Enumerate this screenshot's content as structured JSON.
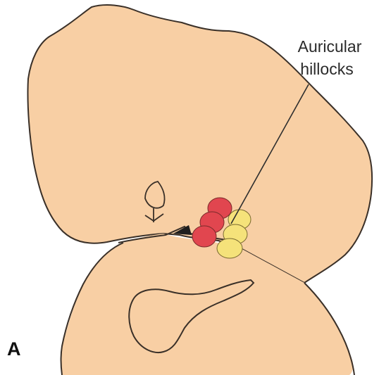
{
  "labels": {
    "callout_line1": "Auricular",
    "callout_line2": "hillocks",
    "panel_letter": "A"
  },
  "colors": {
    "background": "#ffffff",
    "skin": "#f8cfa4",
    "outline": "#3a3028",
    "hillock_anterior": "#e1464f",
    "hillock_posterior": "#f5e27a",
    "leader_line": "#2e2e2e"
  }
}
